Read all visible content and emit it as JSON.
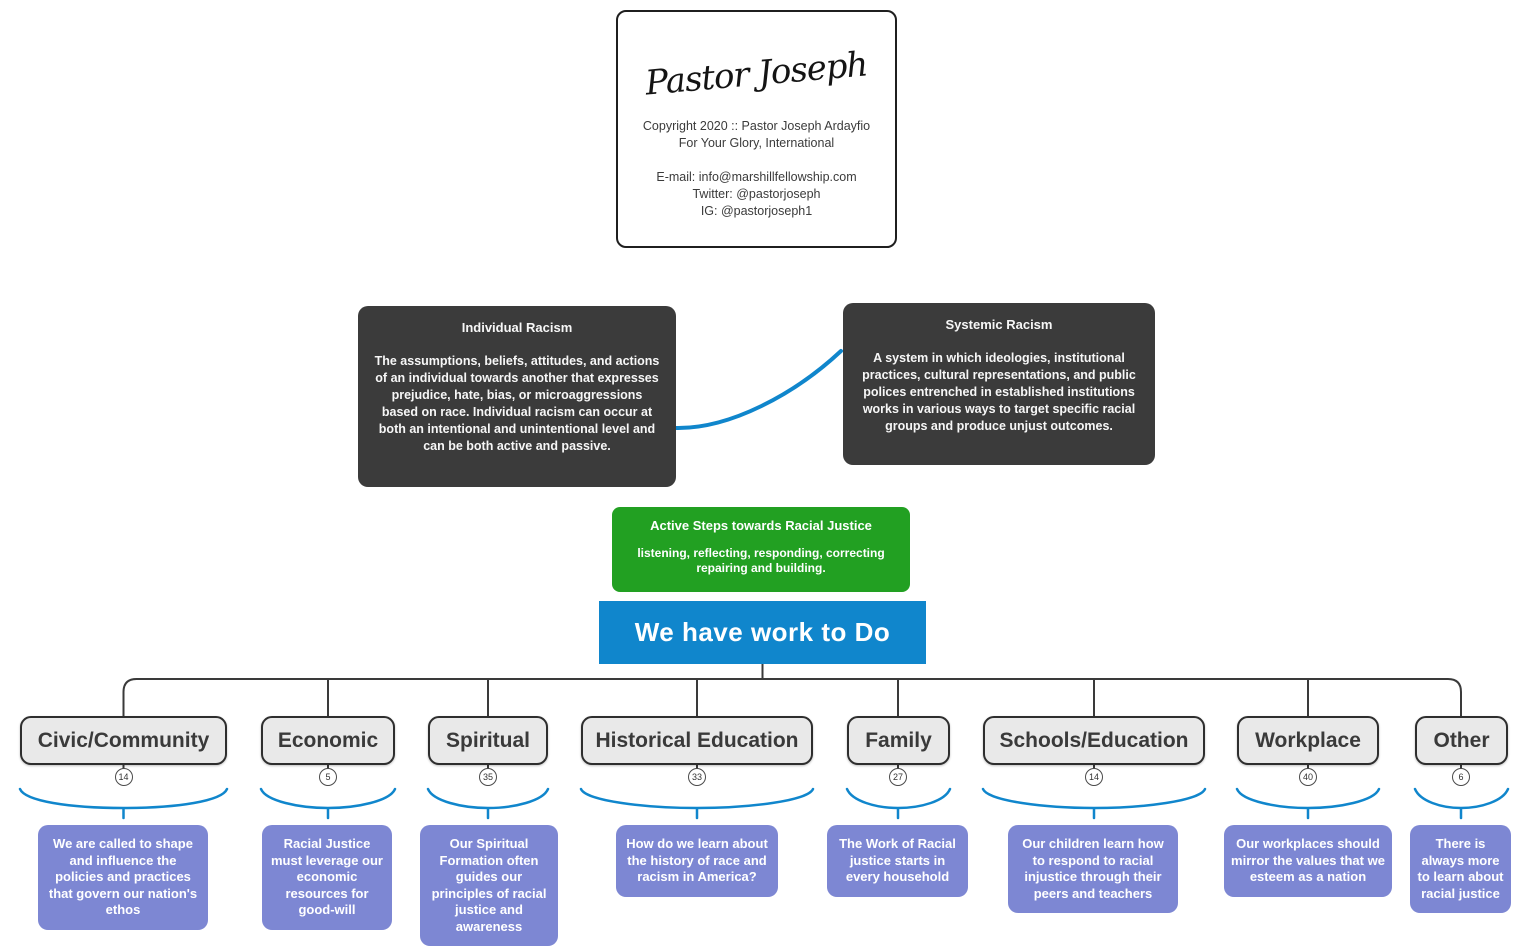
{
  "colors": {
    "accent": "#1086cc",
    "green": "#22a022",
    "purple": "#7d87d3",
    "dark-node": "#3b3b3b",
    "node-bg": "#e9e9e9"
  },
  "info_card": {
    "signature": "Pastor Joseph",
    "copyright_line1": "Copyright 2020 :: Pastor Joseph Ardayfio",
    "copyright_line2": "For Your Glory, International",
    "email_line": "E-mail: info@marshillfellowship.com",
    "twitter_line": "Twitter: @pastorjoseph",
    "ig_line": "IG:  @pastorjoseph1"
  },
  "individual_racism": {
    "title": "Individual Racism",
    "body": "The assumptions, beliefs, attitudes, and actions of an individual towards another that expresses prejudice, hate, bias, or microaggressions based on race. Individual racism can occur at both an intentional and unintentional level and can be both active and passive."
  },
  "systemic_racism": {
    "title": "Systemic Racism",
    "body": "A system in which ideologies, institutional practices, cultural representations, and public polices entrenched in established institutions works in various ways to target specific racial groups and produce unjust outcomes."
  },
  "active_steps": {
    "title": "Active Steps towards Racial Justice",
    "body": "listening, reflecting, responding, correcting repairing and building."
  },
  "root": {
    "label": "We have work to Do"
  },
  "branches": [
    {
      "label": "Civic/Community",
      "count": "14",
      "note": "We are called to shape and influence the policies and practices that govern our nation's ethos"
    },
    {
      "label": "Economic",
      "count": "5",
      "note": "Racial Justice must leverage our economic resources for good-will"
    },
    {
      "label": "Spiritual",
      "count": "35",
      "note": "Our Spiritual Formation often guides our principles of racial justice and awareness"
    },
    {
      "label": "Historical Education",
      "count": "33",
      "note": "How do we learn about the history of race and racism in America?"
    },
    {
      "label": "Family",
      "count": "27",
      "note": "The Work of Racial justice starts in every household"
    },
    {
      "label": "Schools/Education",
      "count": "14",
      "note": "Our children learn how to respond to racial injustice through their peers and teachers"
    },
    {
      "label": "Workplace",
      "count": "40",
      "note": "Our workplaces should mirror the values that we esteem as a nation"
    },
    {
      "label": "Other",
      "count": "6",
      "note": "There is always more to learn about racial justice"
    }
  ]
}
